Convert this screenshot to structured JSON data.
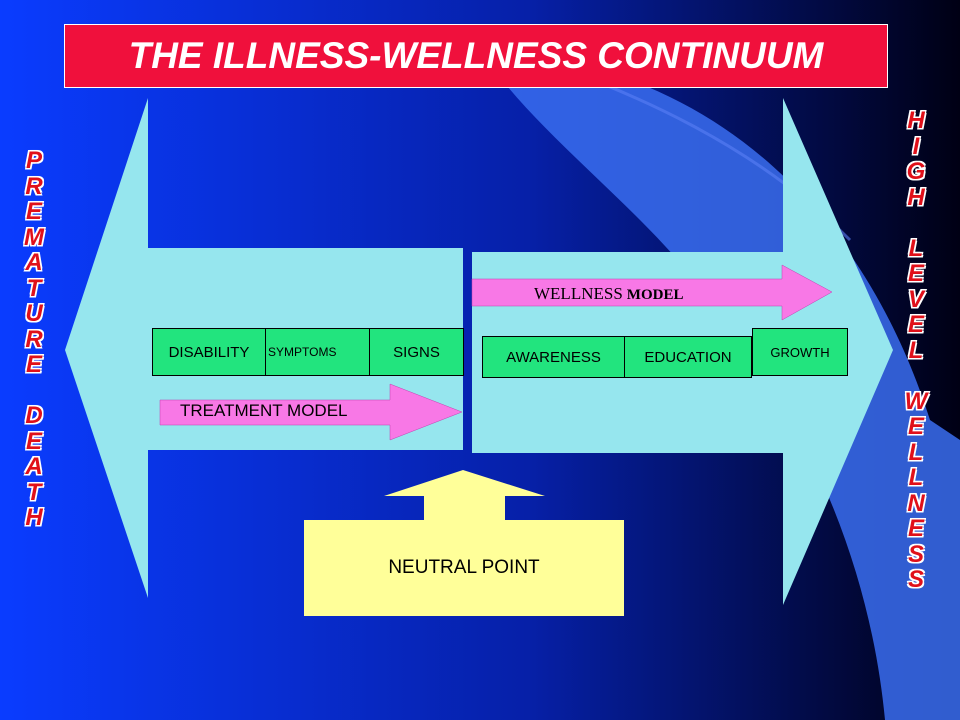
{
  "title": "THE ILLNESS-WELLNESS CONTINUUM",
  "left_side_text": [
    "P",
    "R",
    "E",
    "M",
    "A",
    "T",
    "U",
    "R",
    "E",
    "",
    "D",
    "E",
    "A",
    "T",
    "H"
  ],
  "right_side_text": [
    "H",
    "I",
    "G",
    "H",
    "",
    "L",
    "E",
    "V",
    "E",
    "L",
    "",
    "W",
    "E",
    "L",
    "L",
    "N",
    "E",
    "S",
    "S"
  ],
  "treatment_model": "TREATMENT MODEL",
  "wellness_model": {
    "word1": "WELLNESS",
    "word2": "MODEL"
  },
  "illness_stages": [
    "DISABILITY",
    "SYMPTOMS",
    "SIGNS"
  ],
  "wellness_stages": [
    "AWARENESS",
    "EDUCATION",
    "GROWTH"
  ],
  "neutral_point": "NEUTRAL POINT",
  "colors": {
    "background_left": "#0a3cff",
    "background_right": "#000014",
    "title_bg": "#f0103c",
    "arrow_fill": "#96e6ee",
    "stage_fill": "#22e47e",
    "model_arrow": "#f878e6",
    "neutral_fill": "#ffff99",
    "side_text": "#e0101a"
  }
}
